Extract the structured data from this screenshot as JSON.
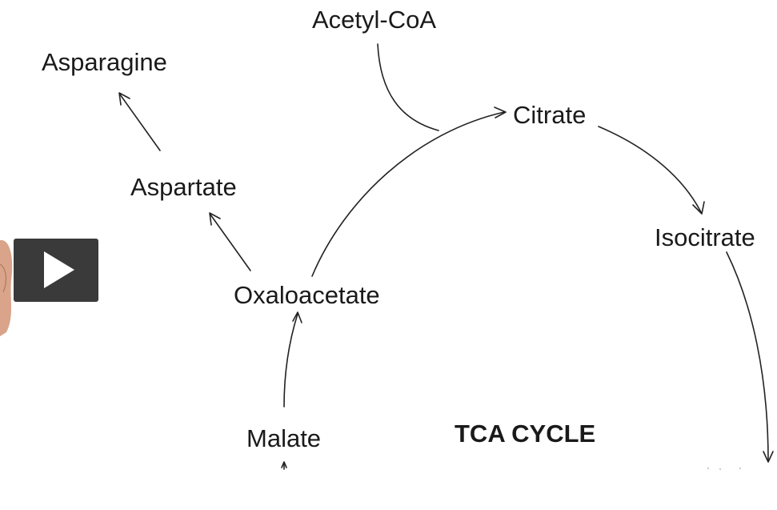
{
  "diagram": {
    "title": "TCA CYCLE",
    "nodes": {
      "acetyl_coa": "Acetyl-CoA",
      "citrate": "Citrate",
      "isocitrate": "Isocitrate",
      "oxaloacetate": "Oxaloacetate",
      "malate": "Malate",
      "aspartate": "Aspartate",
      "asparagine": "Asparagine"
    }
  },
  "player": {
    "play_icon": "play-icon"
  },
  "colors": {
    "ink": "#1a1a1a",
    "background": "#ffffff",
    "player_bg": "#3a3a3a"
  }
}
